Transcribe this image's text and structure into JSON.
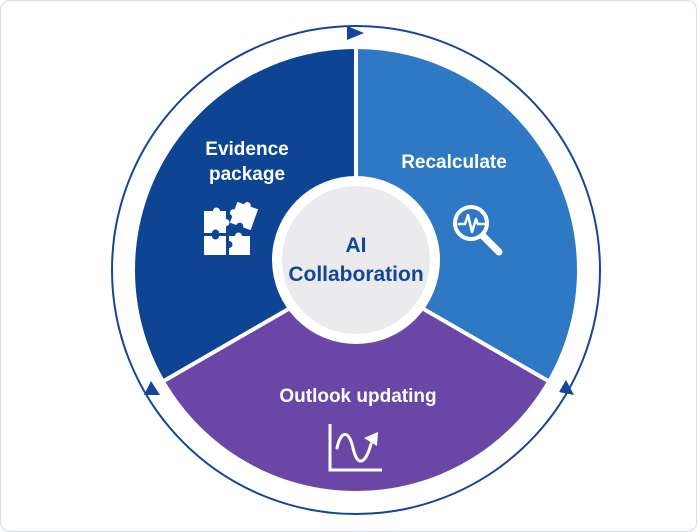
{
  "diagram": {
    "center": {
      "line1": "AI",
      "line2": "Collaboration"
    },
    "segments": [
      {
        "line1": "Evidence",
        "line2": "package",
        "icon": "puzzle-icon",
        "color": "#0d4494"
      },
      {
        "label": "Recalculate",
        "icon": "magnifier-pulse-icon",
        "color": "#2f78c3"
      },
      {
        "label": "Outlook updating",
        "icon": "wave-chart-icon",
        "color": "#6a46a6"
      }
    ],
    "colors": {
      "ring_arrow": "#13459a",
      "center_fill": "#ebebed"
    }
  }
}
